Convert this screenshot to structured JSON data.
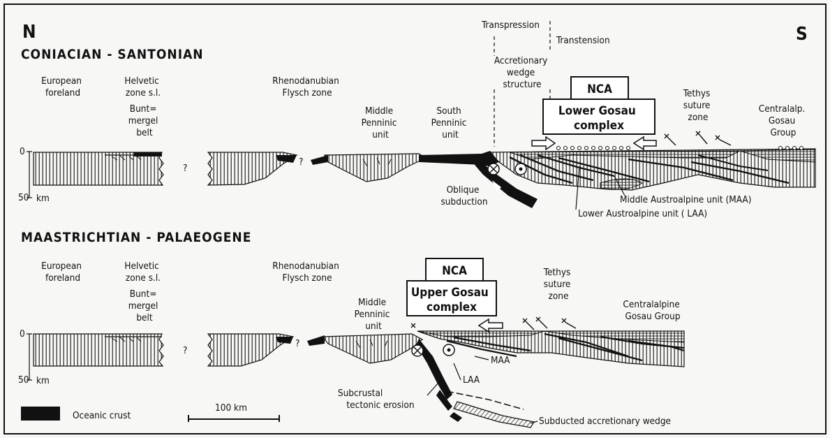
{
  "compass": {
    "north": "N",
    "south": "S"
  },
  "sections": {
    "top_title": "CONIACIAN - SANTONIAN",
    "bottom_title": "MAASTRICHTIAN - PALAEOGENE"
  },
  "top": {
    "european_foreland": [
      "European",
      "foreland"
    ],
    "helvetic": [
      "Helvetic",
      "zone s.l."
    ],
    "buntmergel": [
      "Bunt=",
      "mergel",
      "belt"
    ],
    "rhenodanubian": [
      "Rhenodanubian",
      "Flysch zone"
    ],
    "middle_penninic": [
      "Middle",
      "Penninic",
      "unit"
    ],
    "south_penninic": [
      "South",
      "Penninic",
      "unit"
    ],
    "transpression": "Transpression",
    "transtension": "Transtension",
    "accretionary": [
      "Accretionary",
      "wedge",
      "structure"
    ],
    "nca": "NCA",
    "lower_gosau": [
      "Lower Gosau",
      "complex"
    ],
    "tethys": [
      "Tethys",
      "suture",
      "zone"
    ],
    "centralalp": [
      "Centralalp.",
      "Gosau",
      "Group"
    ],
    "oblique": [
      "Oblique",
      "subduction"
    ],
    "maa": "Middle Austroalpine unit (MAA)",
    "laa": "Lower Austroalpine unit ( LAA)",
    "question": "?",
    "depth0": "0",
    "depth50": "50",
    "km": "km"
  },
  "bottom": {
    "european_foreland": [
      "European",
      "foreland"
    ],
    "helvetic": [
      "Helvetic",
      "zone s.l."
    ],
    "buntmergel": [
      "Bunt=",
      "mergel",
      "belt"
    ],
    "rhenodanubian": [
      "Rhenodanubian",
      "Flysch zone"
    ],
    "middle_penninic": [
      "Middle",
      "Penninic",
      "unit"
    ],
    "nca": "NCA",
    "upper_gosau": [
      "Upper Gosau",
      "complex"
    ],
    "tethys": [
      "Tethys",
      "suture",
      "zone"
    ],
    "centralalpine": [
      "Centralalpine",
      "Gosau Group"
    ],
    "maa": "MAA",
    "laa": "LAA",
    "subcrustal": [
      "Subcrustal",
      "tectonic erosion"
    ],
    "subducted": "Subducted accretionary wedge",
    "question": "?",
    "depth0": "0",
    "depth50": "50",
    "km": "km"
  },
  "legend": {
    "oceanic_crust": "Oceanic crust",
    "scale": "100 km"
  }
}
